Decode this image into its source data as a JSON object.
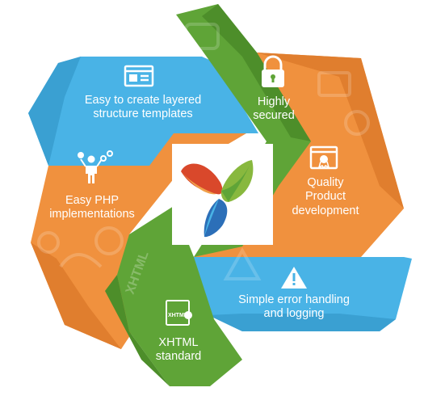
{
  "features": [
    {
      "id": "layered",
      "lines": [
        "Easy to create layered",
        "structure templates"
      ],
      "icon": "browser-window-icon"
    },
    {
      "id": "secured",
      "lines": [
        "Highly",
        "secured"
      ],
      "icon": "lock-icon"
    },
    {
      "id": "quality",
      "lines": [
        "Quality",
        "Product",
        "development"
      ],
      "icon": "award-badge-icon"
    },
    {
      "id": "errors",
      "lines": [
        "Simple error handling",
        "and logging"
      ],
      "icon": "warning-icon"
    },
    {
      "id": "xhtml",
      "lines": [
        "XHTML",
        "standard"
      ],
      "icon": "xhtml-document-icon",
      "icon_text": "XHTML"
    },
    {
      "id": "php",
      "lines": [
        "Easy PHP",
        "implementations"
      ],
      "icon": "person-gears-icon"
    }
  ],
  "decor": {
    "watermark_xhtml": "XHTML"
  },
  "logo": {
    "name": "yii-logo-icon"
  },
  "colors": {
    "blue": "#49B3E6",
    "green": "#5FA437",
    "orange": "#F0913E",
    "white": "#FFFFFF"
  }
}
